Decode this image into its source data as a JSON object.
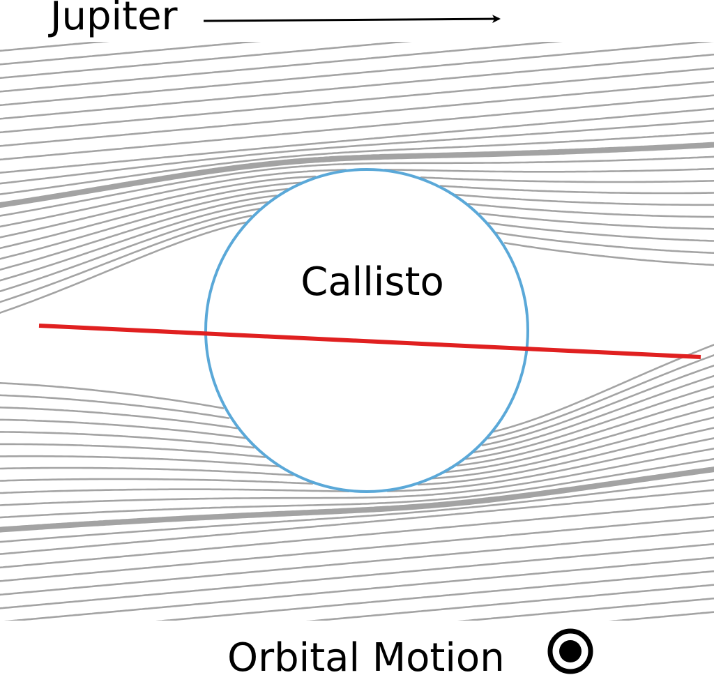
{
  "labels": {
    "jupiter": "Jupiter",
    "moon": "Callisto",
    "orbital_motion": "Orbital Motion"
  },
  "icons": {
    "jupiter_direction": "arrow-right-icon",
    "orbital_motion_symbol": "circle-dot-out-of-page-icon"
  },
  "colors": {
    "field_lines": "#a3a3a3",
    "moon_outline": "#5aa8d8",
    "cross_line": "#e02020",
    "text": "#000000",
    "background": "#ffffff"
  }
}
